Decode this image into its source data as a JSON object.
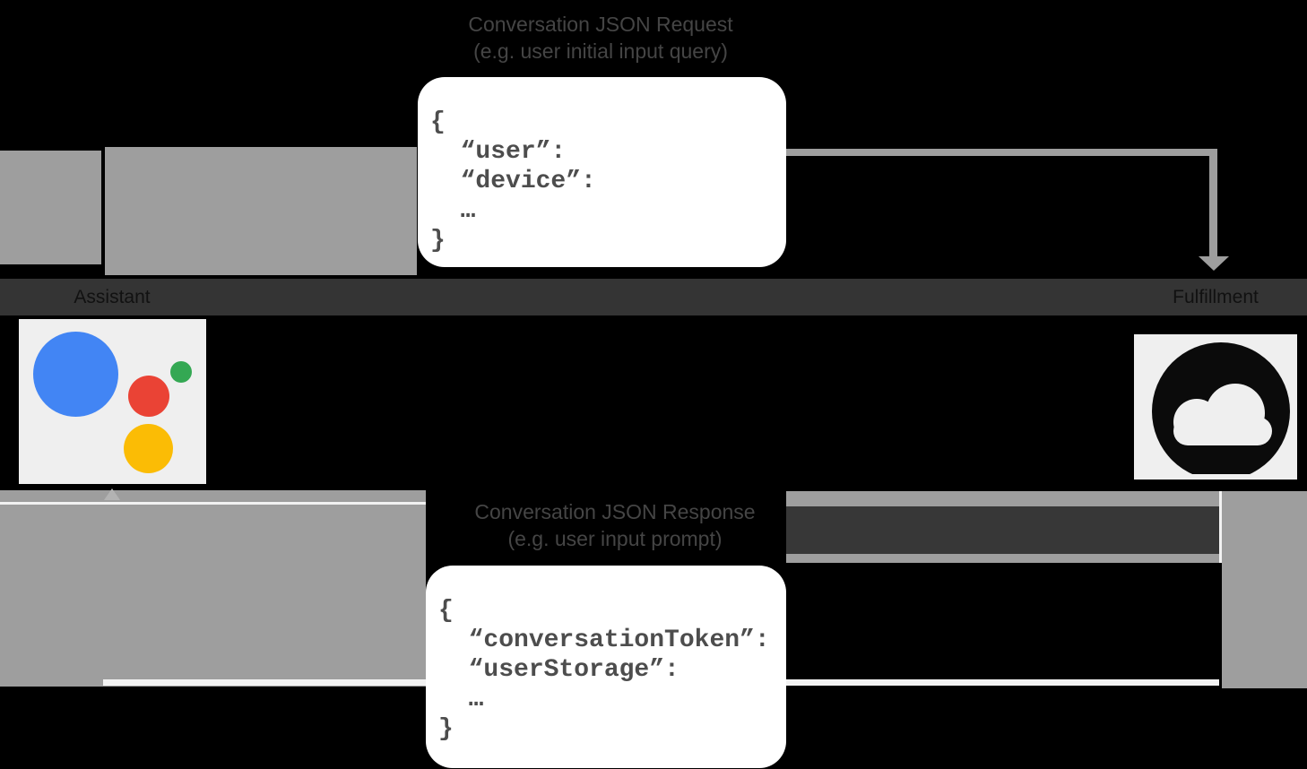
{
  "request": {
    "title_line1": "Conversation JSON Request",
    "title_line2": "(e.g. user initial input query)",
    "code": "{\n  “user”:\n  “device”:\n  …\n}"
  },
  "response": {
    "title_line1": "Conversation JSON Response",
    "title_line2": "(e.g. user input prompt)",
    "code": "{\n  “conversationToken”:\n  “userStorage”:\n  …\n}"
  },
  "actors": {
    "left": {
      "label": "Assistant",
      "icon": "google-assistant-logo"
    },
    "right": {
      "label": "Fulfillment",
      "icon": "google-cloud"
    }
  },
  "colors": {
    "background": "#000000",
    "flow_gray": "#9e9e9e",
    "label_band": "#343434",
    "panel": "#efefef",
    "code_text": "#4d4d4d",
    "title_text": "#454545",
    "assistant_blue": "#4285F4",
    "assistant_red": "#EA4335",
    "assistant_yellow": "#FBBC05",
    "assistant_green": "#34A853",
    "cloud_icon": "#0b0b0b"
  }
}
